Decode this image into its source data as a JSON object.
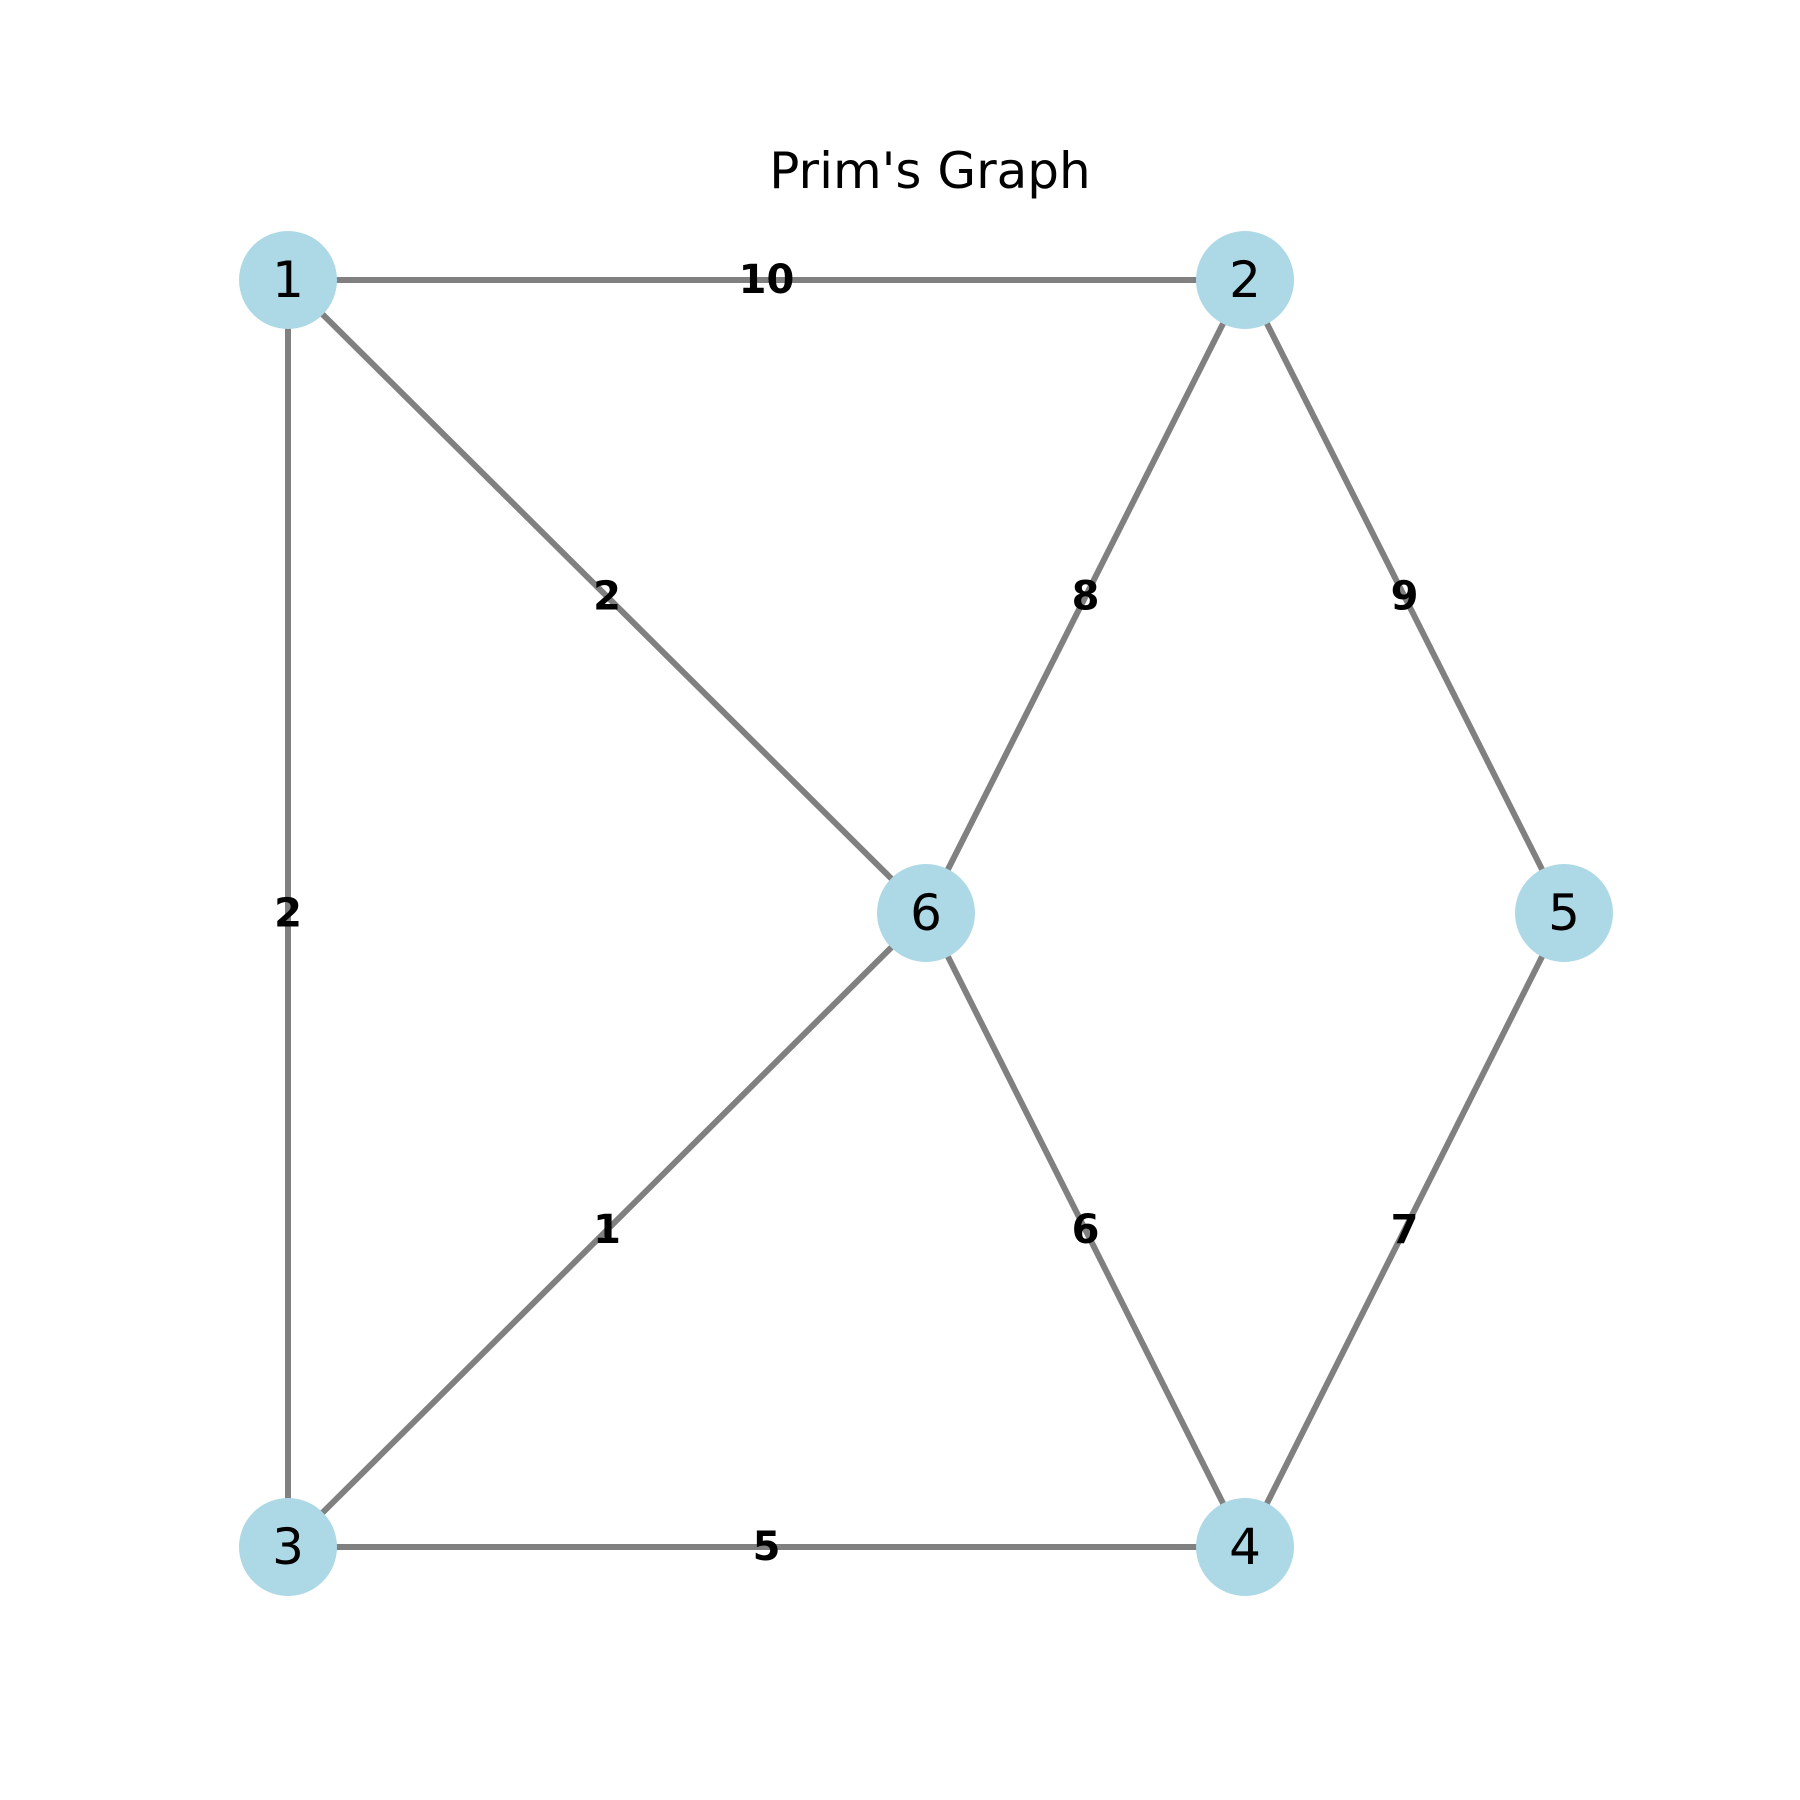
{
  "title": "Prim's Graph",
  "colors": {
    "node_fill": "#ADD8E6",
    "edge_stroke": "#808080",
    "text": "#000000",
    "background": "#FFFFFF"
  },
  "graph": {
    "nodes": [
      {
        "id": "1",
        "label": "1"
      },
      {
        "id": "2",
        "label": "2"
      },
      {
        "id": "3",
        "label": "3"
      },
      {
        "id": "4",
        "label": "4"
      },
      {
        "id": "5",
        "label": "5"
      },
      {
        "id": "6",
        "label": "6"
      }
    ],
    "edges": [
      {
        "source": "1",
        "target": "2",
        "weight": "10"
      },
      {
        "source": "1",
        "target": "3",
        "weight": "2"
      },
      {
        "source": "1",
        "target": "6",
        "weight": "2"
      },
      {
        "source": "2",
        "target": "6",
        "weight": "8"
      },
      {
        "source": "2",
        "target": "5",
        "weight": "9"
      },
      {
        "source": "3",
        "target": "6",
        "weight": "1"
      },
      {
        "source": "3",
        "target": "4",
        "weight": "5"
      },
      {
        "source": "6",
        "target": "4",
        "weight": "6"
      },
      {
        "source": "5",
        "target": "4",
        "weight": "7"
      }
    ]
  }
}
